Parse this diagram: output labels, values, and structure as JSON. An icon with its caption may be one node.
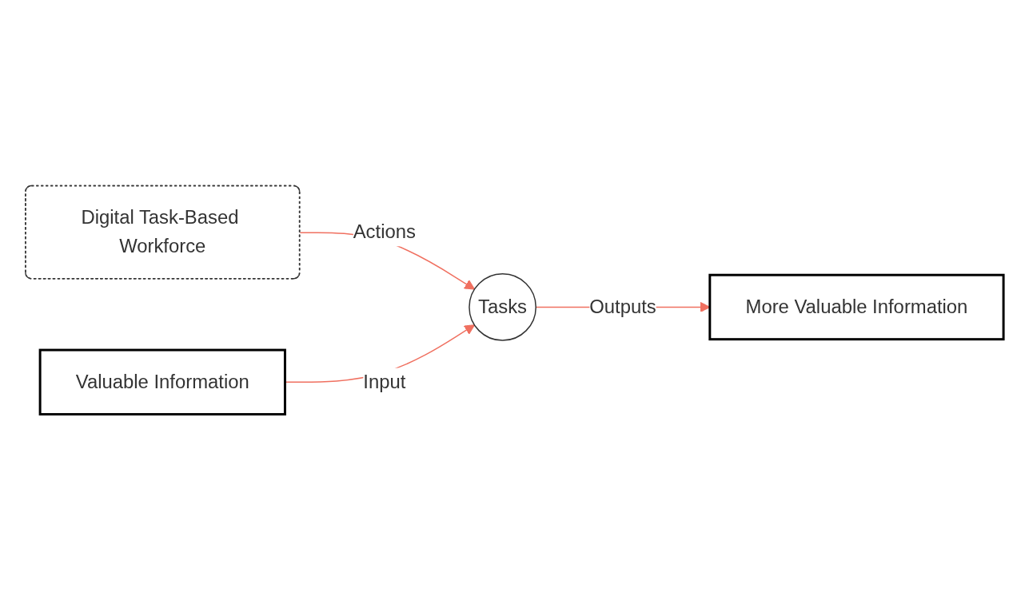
{
  "diagram": {
    "nodes": [
      {
        "text": [
          "Digital Task-Based Workforce"
        ]
      },
      {
        "text": [
          "Valuable Information"
        ]
      },
      {
        "text": [
          "Tasks"
        ]
      },
      {
        "text": [
          "More Valuable Information"
        ]
      }
    ],
    "edges": [
      {
        "from": 0,
        "to": 2,
        "arrow": "to",
        "label": "Actions"
      },
      {
        "from": 1,
        "to": 2,
        "arrow": "to",
        "label": "Input"
      },
      {
        "from": 2,
        "to": 3,
        "arrow": "to",
        "label": "Outputs"
      }
    ]
  }
}
